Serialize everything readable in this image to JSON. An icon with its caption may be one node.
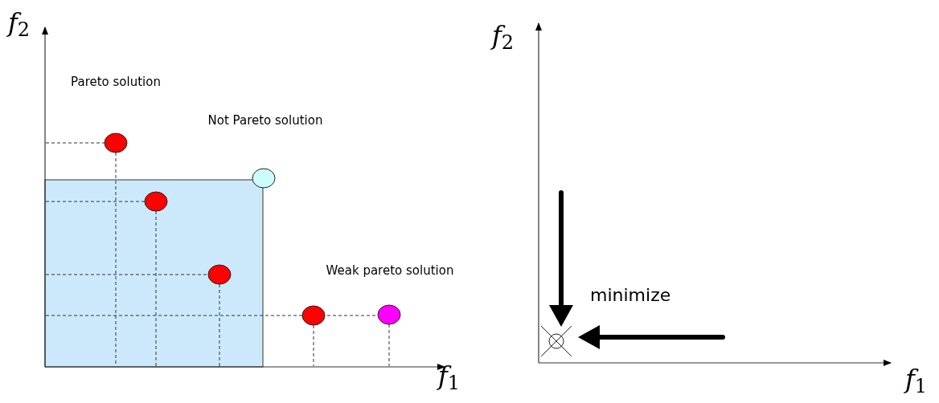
{
  "diagram": {
    "labels": [
      "*f*$_{2}$",
      "*f*$_{2}$",
      "Pareto solution",
      "Not Pareto solution",
      "Weak pareto solution",
      "minimize",
      "*f*$_{1}$",
      "*f*$_{1}$"
    ]
  }
}
